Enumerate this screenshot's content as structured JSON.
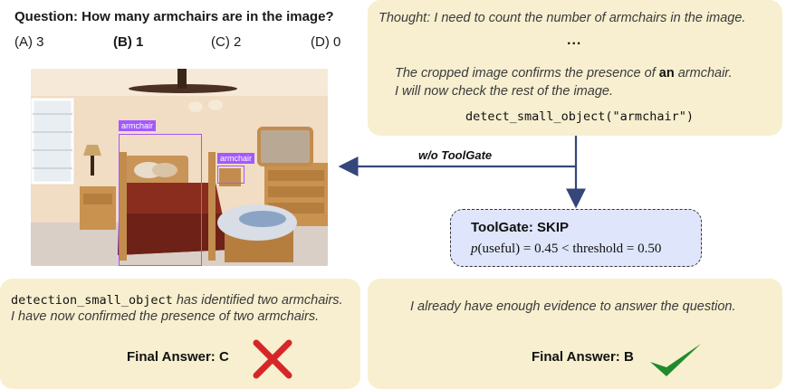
{
  "question": {
    "text": "Question: How many armchairs are in the image?",
    "options": [
      {
        "label": "(A) 3",
        "selected": false
      },
      {
        "label": "(B) 1",
        "selected": true
      },
      {
        "label": "(C) 2",
        "selected": false
      },
      {
        "label": "(D) 0",
        "selected": false
      }
    ]
  },
  "image": {
    "bbox_label_1": "armchair",
    "bbox_label_2": "armchair"
  },
  "top_card": {
    "thought": "Thought: I need to count the number of armchairs in the image.",
    "ellipsis": "...",
    "line1_pre": "The cropped image confirms the presence of ",
    "line1_bold": "an",
    "line1_post": " armchair.",
    "line2": "I will now check the rest of the image.",
    "code": "detect_small_object(\"armchair\")"
  },
  "arrow_label": "w/o ToolGate",
  "toolgate": {
    "title": "ToolGate: SKIP",
    "formula_p": "p",
    "formula_rest": "(useful) = 0.45 < threshold = 0.50"
  },
  "bottom_left": {
    "code": "detection_small_object",
    "line1_rest": " has identified two armchairs.",
    "line2": "I have now confirmed the presence of two armchairs.",
    "final": "Final Answer: C",
    "mark_icon": "cross-icon",
    "mark_color": "#d62728"
  },
  "bottom_right": {
    "line": "I already have enough evidence to answer the question.",
    "final": "Final Answer: B",
    "mark_icon": "check-icon",
    "mark_color": "#1f8b2c"
  },
  "colors": {
    "card_bg": "#f7efcf",
    "toolgate_bg": "#dfe6fb",
    "arrow": "#34467a",
    "bbox": "#a259ff"
  }
}
